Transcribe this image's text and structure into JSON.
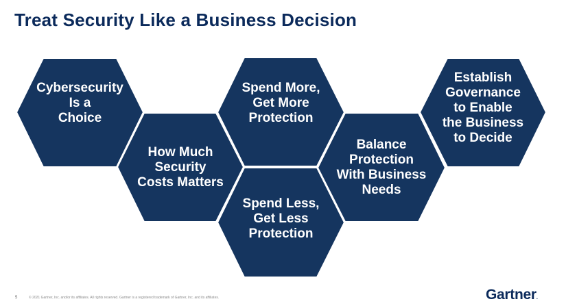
{
  "slide": {
    "title": "Treat Security Like a Business Decision",
    "page_number": "5",
    "copyright": "© 2021 Gartner, Inc. and/or its affiliates. All rights reserved. Gartner is a registered trademark of Gartner, Inc. and its affiliates.",
    "logo": "Gartner",
    "logo_mark": "."
  },
  "colors": {
    "hex_fill": "#15355f",
    "title": "#0b2a5b",
    "background": "#ffffff"
  },
  "hexagons": [
    {
      "label": "Cybersecurity\nIs a\nChoice"
    },
    {
      "label": "How Much\nSecurity\nCosts Matters"
    },
    {
      "label": "Spend More,\nGet More\nProtection"
    },
    {
      "label": "Spend Less,\nGet Less\nProtection"
    },
    {
      "label": "Balance\nProtection\nWith Business\nNeeds"
    },
    {
      "label": "Establish\nGovernance\nto Enable\nthe Business\nto Decide"
    }
  ]
}
